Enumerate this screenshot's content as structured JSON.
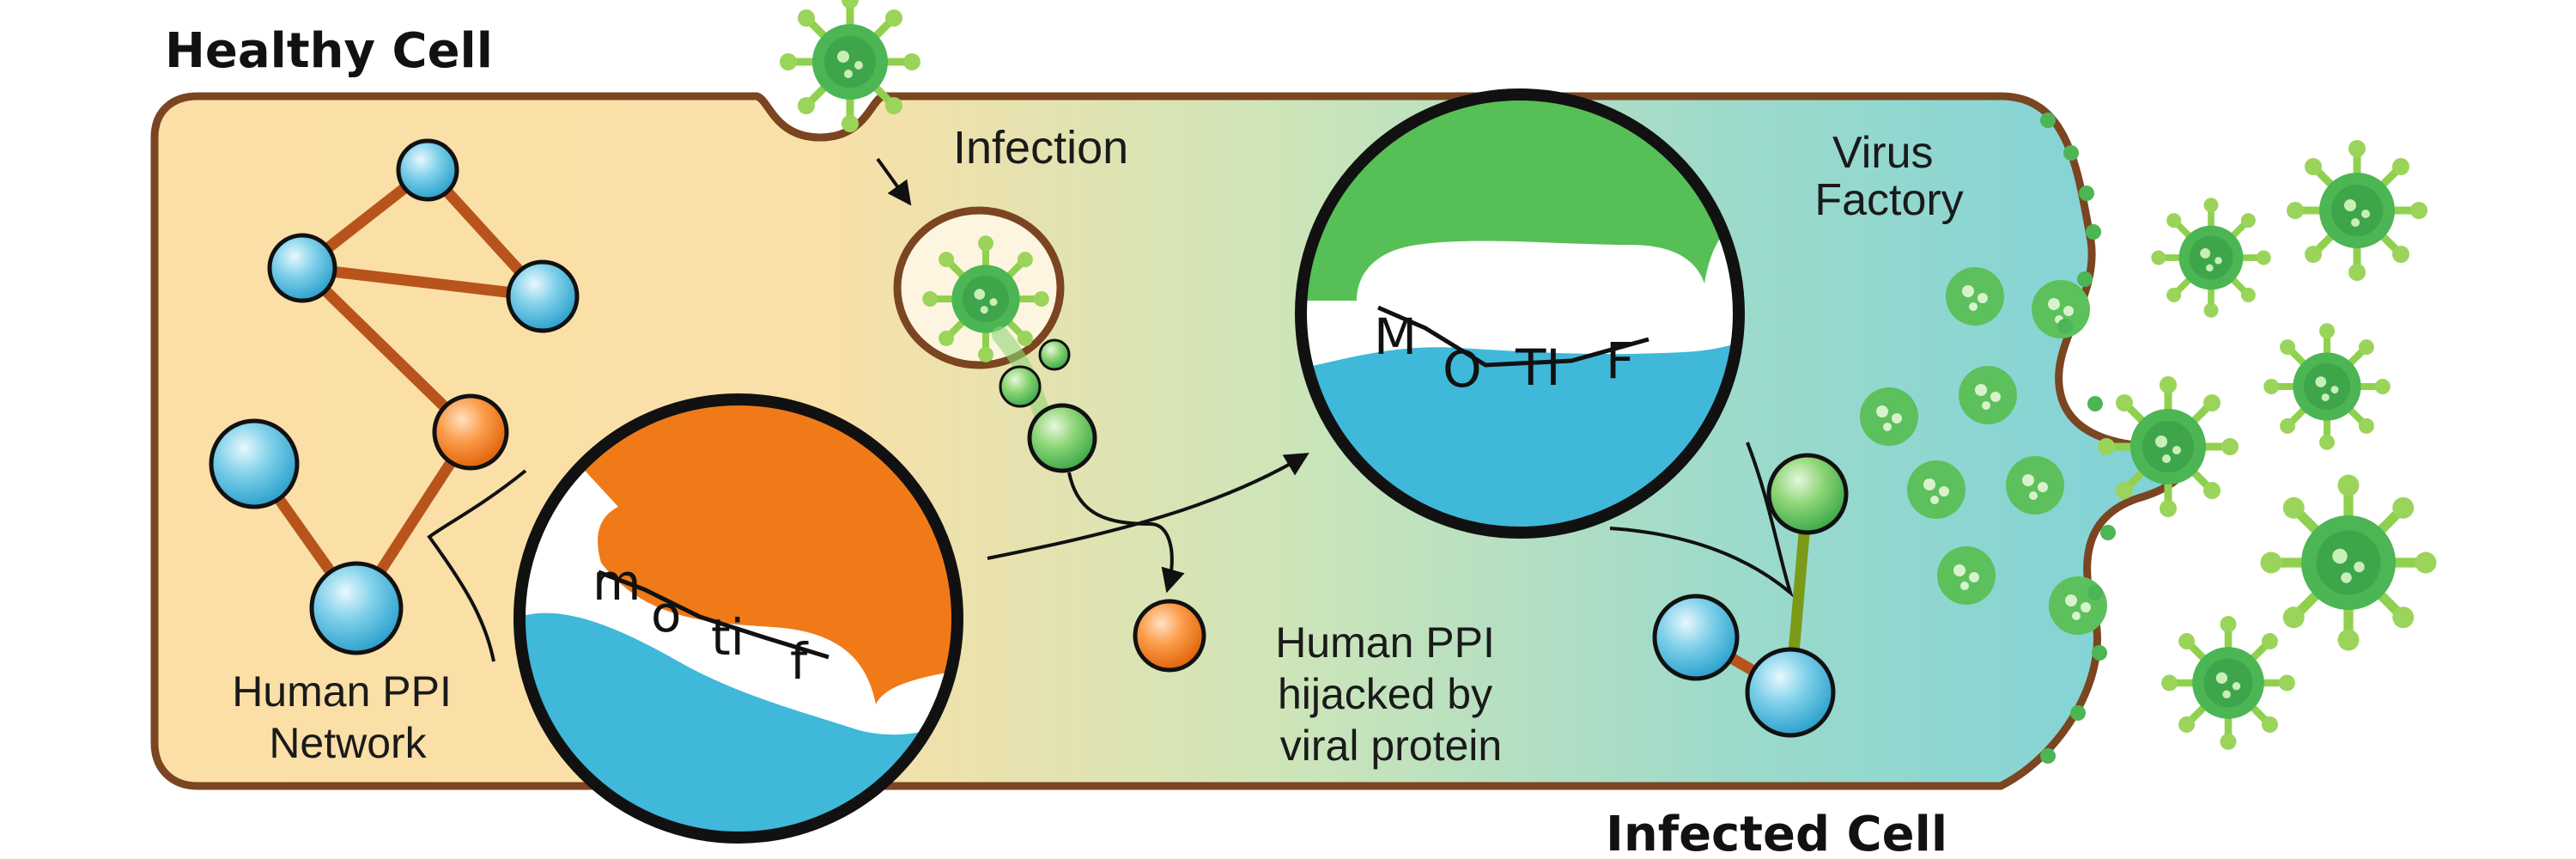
{
  "labels": {
    "healthy_cell": "Healthy Cell",
    "infected_cell": "Infected Cell",
    "infection": "Infection",
    "virus_factory_line1": "Virus",
    "virus_factory_line2": "Factory",
    "ppi_network_line1": "Human PPI",
    "ppi_network_line2": "Network",
    "hijacked_line1": "Human PPI",
    "hijacked_line2": "hijacked by",
    "hijacked_line3": "viral protein"
  },
  "motif_lower": [
    "m",
    "o",
    "ti",
    "f"
  ],
  "motif_upper": [
    "M",
    "O",
    "TI",
    "F"
  ],
  "colors": {
    "membrane": "#7a4520",
    "cell_left": "#fbdfa6",
    "cell_right": "#86d4d6",
    "human_protein": "#3fb8d9",
    "hub_protein": "#f07a18",
    "viral_protein": "#56bf56",
    "virus_light": "#9bd45a",
    "virus_dark": "#3aa84a",
    "edge": "#b8541b"
  }
}
